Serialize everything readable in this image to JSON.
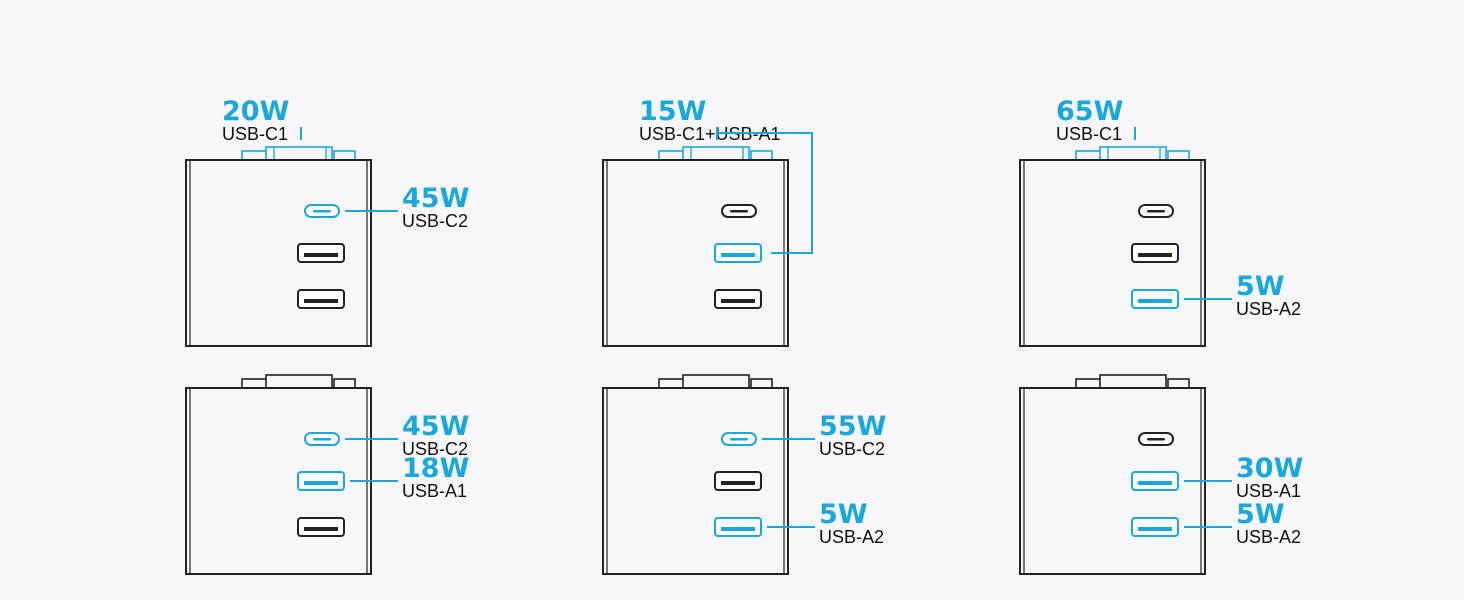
{
  "colors": {
    "accent": "#19a7dc",
    "outline": "#222222",
    "background": "#f7f7fb"
  },
  "panels": [
    {
      "id": "top-left",
      "active_ports": [
        "usb-c1",
        "usb-c2"
      ],
      "labels": [
        {
          "target": "usb-c1",
          "watts": "20W",
          "port": "USB-C1"
        },
        {
          "target": "usb-c2",
          "watts": "45W",
          "port": "USB-C2"
        }
      ]
    },
    {
      "id": "top-middle",
      "active_ports": [
        "usb-c1",
        "usb-a1"
      ],
      "labels": [
        {
          "target": "usb-c1+usb-a1",
          "watts": "15W",
          "port": "USB-C1+USB-A1"
        }
      ]
    },
    {
      "id": "top-right",
      "active_ports": [
        "usb-c1",
        "usb-a2"
      ],
      "labels": [
        {
          "target": "usb-c1",
          "watts": "65W",
          "port": "USB-C1"
        },
        {
          "target": "usb-a2",
          "watts": "5W",
          "port": "USB-A2"
        }
      ]
    },
    {
      "id": "bottom-left",
      "active_ports": [
        "usb-c2",
        "usb-a1"
      ],
      "labels": [
        {
          "target": "usb-c2",
          "watts": "45W",
          "port": "USB-C2"
        },
        {
          "target": "usb-a1",
          "watts": "18W",
          "port": "USB-A1"
        }
      ]
    },
    {
      "id": "bottom-middle",
      "active_ports": [
        "usb-c2",
        "usb-a2"
      ],
      "labels": [
        {
          "target": "usb-c2",
          "watts": "55W",
          "port": "USB-C2"
        },
        {
          "target": "usb-a2",
          "watts": "5W",
          "port": "USB-A2"
        }
      ]
    },
    {
      "id": "bottom-right",
      "active_ports": [
        "usb-a1",
        "usb-a2"
      ],
      "labels": [
        {
          "target": "usb-a1",
          "watts": "30W",
          "port": "USB-A1"
        },
        {
          "target": "usb-a2",
          "watts": "5W",
          "port": "USB-A2"
        }
      ]
    }
  ]
}
